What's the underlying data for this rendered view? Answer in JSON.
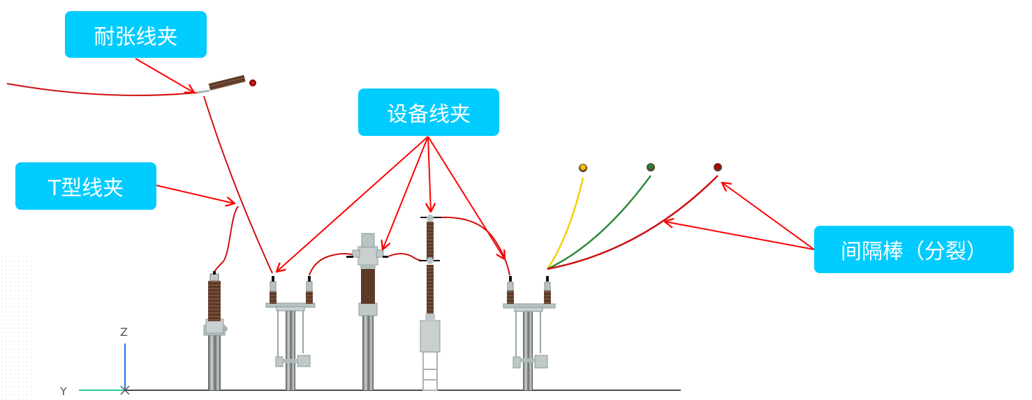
{
  "callouts": {
    "strain_clamp": "耐张线夹",
    "t_clamp": "T型线夹",
    "equipment_clamp": "设备线夹",
    "spacer": "间隔棒（分裂）"
  },
  "axes": {
    "z_label": "Z",
    "y_label": "Y"
  },
  "colors": {
    "callout_bg": "#00ccff",
    "arrow": "#ff0000",
    "conductor": "#d01010",
    "phase_a": "#f2d100",
    "phase_b": "#2e8b3a",
    "phase_c": "#cc1010",
    "insulator": "#5c3a28",
    "steel": "#b8c4c4",
    "z_axis": "#1a73e8",
    "y_axis": "#20d0a0"
  }
}
